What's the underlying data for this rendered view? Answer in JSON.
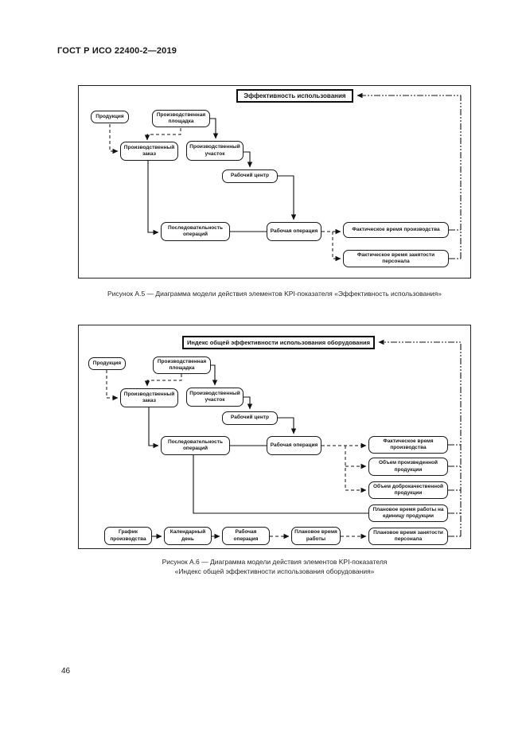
{
  "page": {
    "header": "ГОСТ Р ИСО 22400-2—2019",
    "page_number": "46"
  },
  "colors": {
    "ink": "#1a1a1a",
    "paper": "#ffffff"
  },
  "fig5": {
    "title": "Эффективность использования",
    "caption": "Рисунок А.5 — Диаграмма модели действия элементов KPI-показателя «Эффективность использования»",
    "nodes": {
      "produkcia": "Продукция",
      "ploshadka": "Производственная площадка",
      "zakaz": "Производственный заказ",
      "uchastok": "Производственный участок",
      "rab_centr": "Рабочий центр",
      "posled": "Последовательность операций",
      "rab_oper": "Рабочая операция",
      "fakt_proizv": "Фактическое время производства",
      "fakt_zanyat": "Фактическое время занятости персонала"
    }
  },
  "fig6": {
    "title": "Индекс общей эффективности использования оборудования",
    "caption_line1": "Рисунок А.6 — Диаграмма модели действия элементов KPI-показателя",
    "caption_line2": "«Индекс общей эффективности использования оборудования»",
    "nodes": {
      "produkcia": "Продукция",
      "ploshadka": "Производственная площадка",
      "zakaz": "Производственный заказ",
      "uchastok": "Производственный участок",
      "rab_centr": "Рабочий центр",
      "posled": "Последовательность операций",
      "rab_oper": "Рабочая операция",
      "fakt_proizv": "Фактическое время производства",
      "obem_proizv": "Объем произведенной продукции",
      "obem_dobro": "Объем доброкачественной продукции",
      "plan_ed": "Плановое время работы на единицу продукции",
      "plan_zanyat": "Плановое время занятости персонала",
      "grafik": "График производства",
      "kalendar": "Календарный день",
      "rab_oper2": "Рабочая операция",
      "plan_raboty": "Плановое время работы"
    }
  }
}
